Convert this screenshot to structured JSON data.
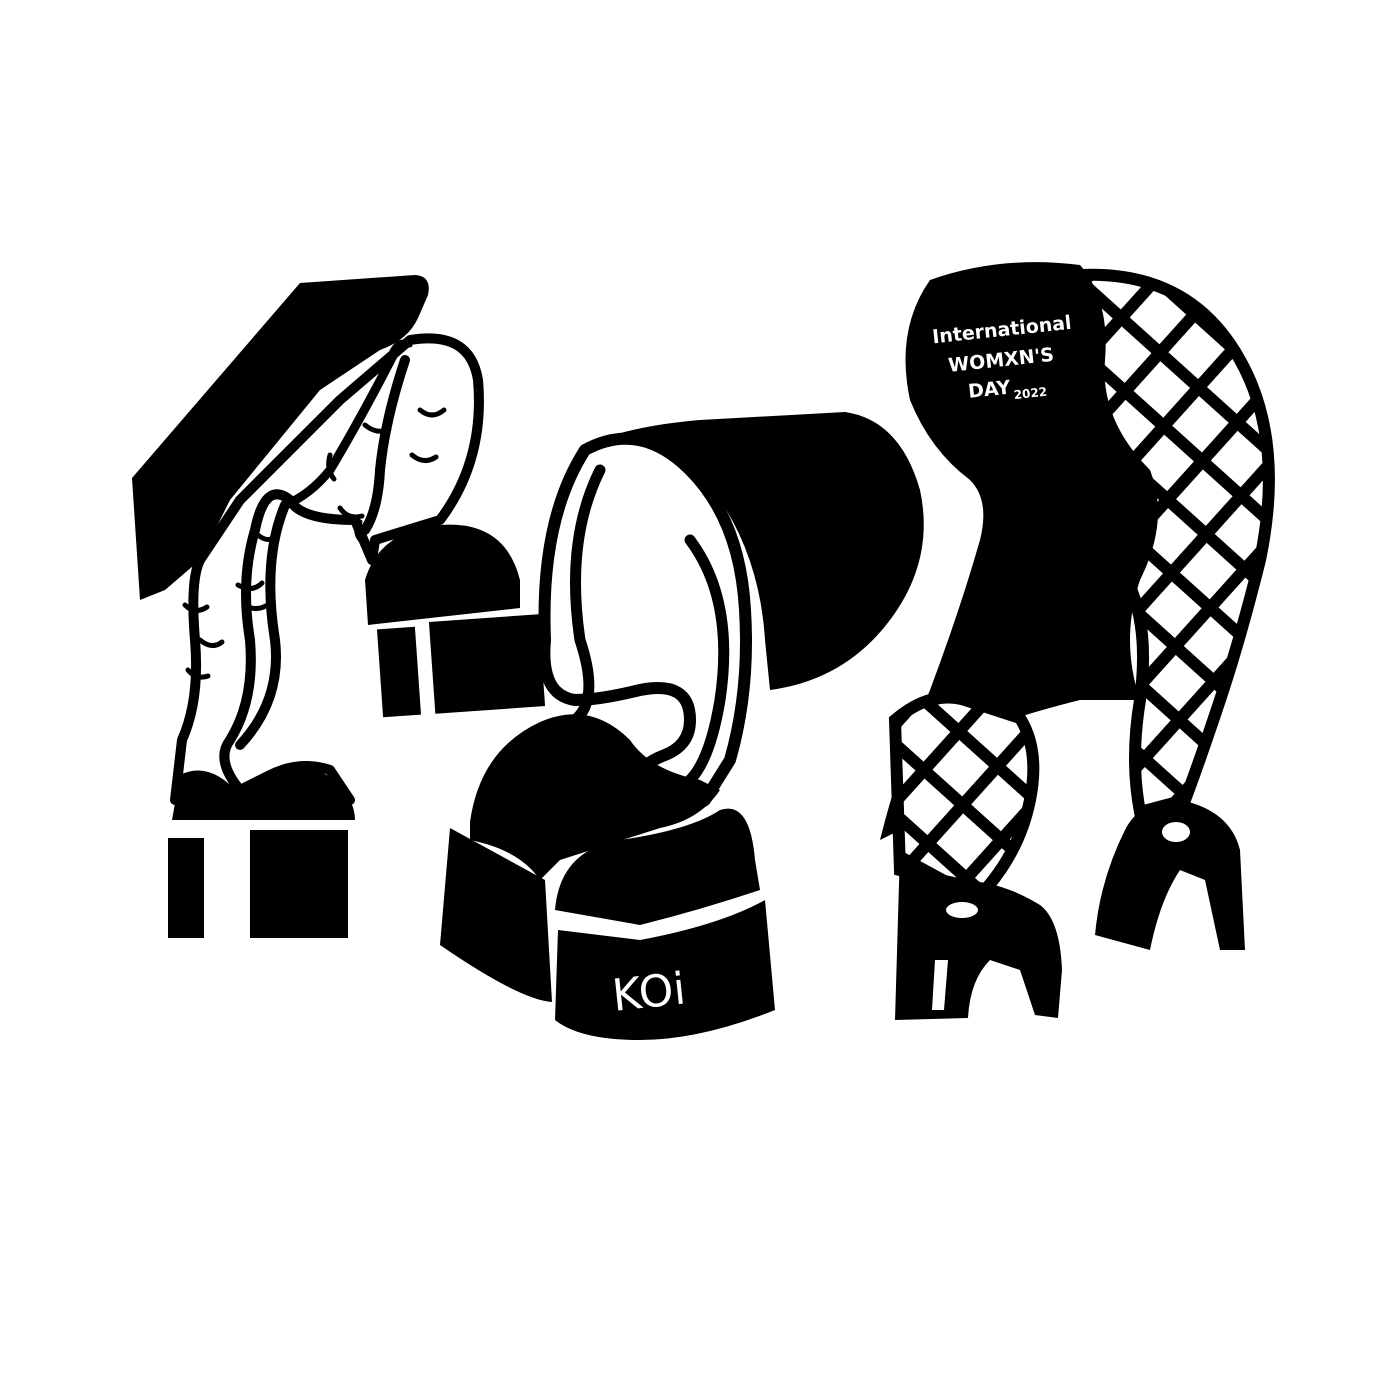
{
  "artwork": {
    "colors": {
      "ink": "#000000",
      "paper": "#ffffff"
    },
    "figures": [
      {
        "name": "figure-left",
        "description_icon": "bowing-figure-icon"
      },
      {
        "name": "figure-middle",
        "description_icon": "leaning-figure-icon"
      },
      {
        "name": "figure-right",
        "description_icon": "fishnet-legs-figure-icon"
      }
    ],
    "koi_text": "KOi",
    "iwd_text": {
      "line1": "International",
      "line2": "WOMXN'S",
      "line3": "DAY",
      "year": "2022"
    }
  }
}
